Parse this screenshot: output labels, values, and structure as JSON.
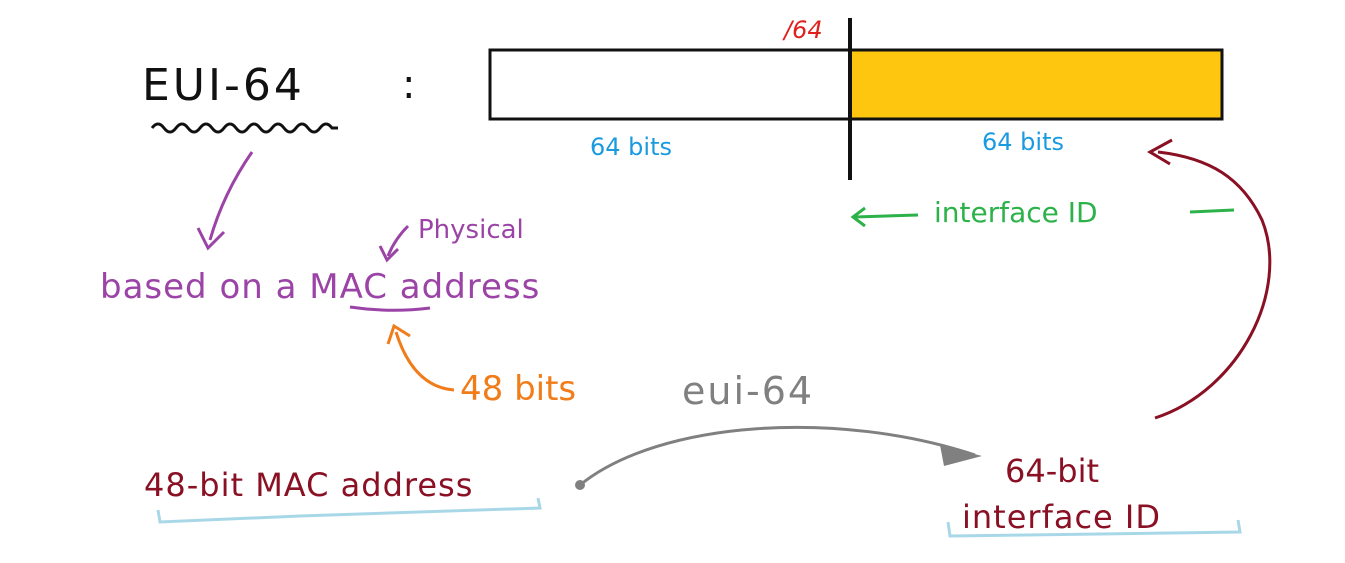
{
  "title": "EUI-64",
  "title_colon": ":",
  "prefix_marker": "/64",
  "left_half_label": "64 bits",
  "right_half_label": "64 bits",
  "interface_id_label": "interface ID",
  "based_on_text": "based on a MAC address",
  "physical_note": "Physical",
  "mac_bits_note": "48 bits",
  "source_label": "48-bit MAC address",
  "process_label": "eui-64",
  "result_label_line1": "64-bit",
  "result_label_line2": "interface ID",
  "colors": {
    "ink": "#111111",
    "prefix_red": "#e0201c",
    "bits_blue": "#1a9be0",
    "interface_green": "#2db24a",
    "purple": "#9b43a6",
    "orange": "#f07c1a",
    "maroon": "#8a1024",
    "gray": "#808080",
    "highlight_blue": "#a8d8e8",
    "fill_yellow": "#ffc60f"
  }
}
